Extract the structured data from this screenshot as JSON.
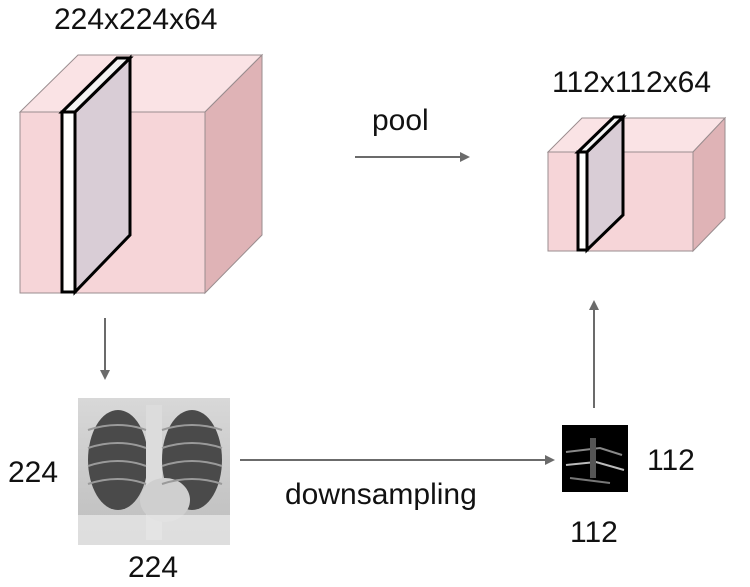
{
  "colors": {
    "cube_front": "#f6d5d8",
    "cube_top": "#fae3e5",
    "cube_side": "#dfb3b6",
    "slice_fill": "#d9cdd6",
    "slice_edge": "#000000",
    "arrow": "#6b6b6b",
    "xray_light": "#f2f2f2",
    "xray_dark": "#555555",
    "thumb_bg": "#000000"
  },
  "labels": {
    "input_volume": "224x224x64",
    "pooled_volume": "112x112x64",
    "pool_arrow": "pool",
    "downsampling_arrow": "downsampling",
    "image_height": "224",
    "image_width": "224",
    "thumb_height": "112",
    "thumb_width": "112"
  },
  "icons": {
    "xray": "chest-xray-image",
    "thumbnail": "downsampled-xray-thumbnail"
  }
}
